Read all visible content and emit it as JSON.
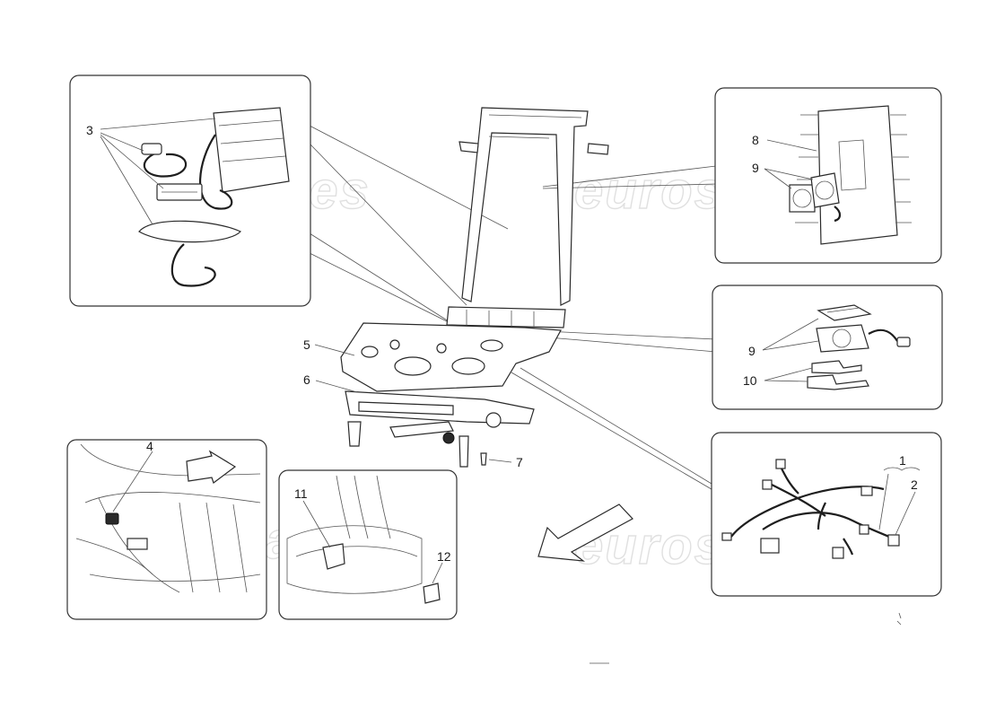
{
  "watermark": "eurospares",
  "callouts": {
    "c1": "1",
    "c2": "2",
    "c3": "3",
    "c4": "4",
    "c5": "5",
    "c6": "6",
    "c7": "7",
    "c8": "8",
    "c9a": "9",
    "c9b": "9",
    "c10": "10",
    "c11": "11",
    "c12": "12"
  },
  "colors": {
    "line": "#333333",
    "watermark": "#d6d6d6"
  }
}
